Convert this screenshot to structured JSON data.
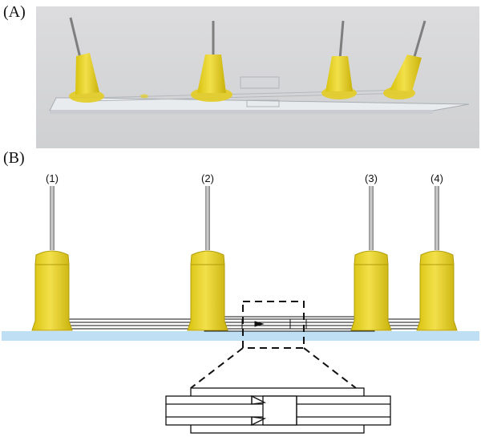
{
  "panels": {
    "a_label": "(A)",
    "b_label": "(B)"
  },
  "needle_labels": [
    "(1)",
    "(2)",
    "(3)",
    "(4)"
  ],
  "colors": {
    "hub_yellow": "#e8d41a",
    "hub_dark": "#b9a40e",
    "substrate_blue": "#bfe0f4",
    "photo_bg": "#d9d9db",
    "glass": "#eef0f2"
  }
}
